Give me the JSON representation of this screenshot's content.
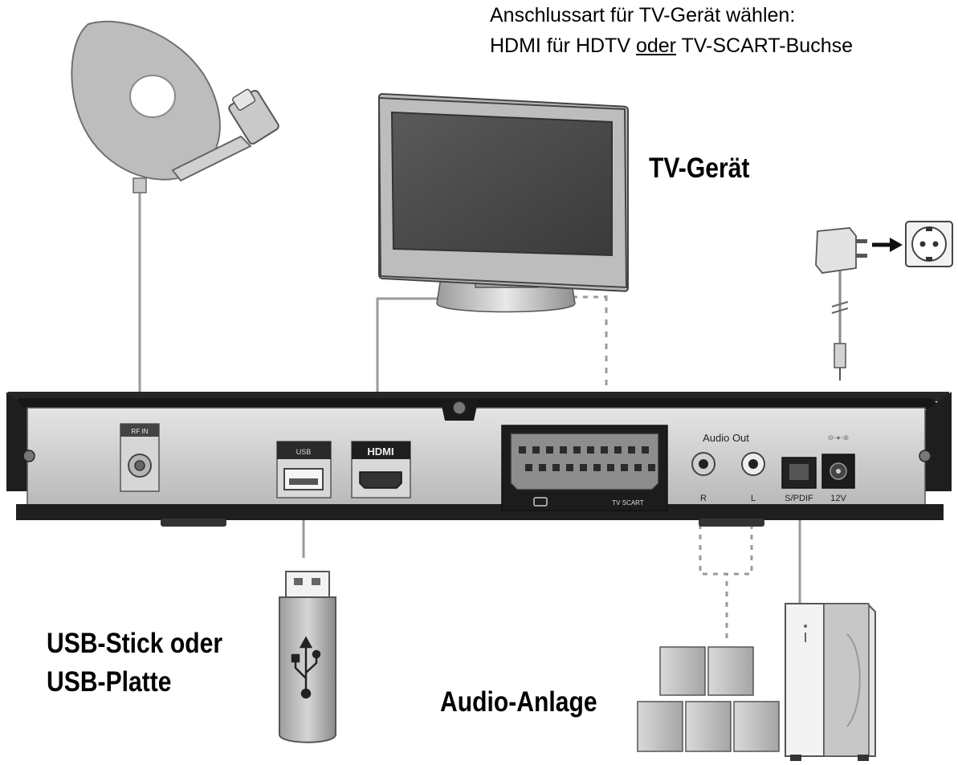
{
  "caption": {
    "line1": "Anschlussart für TV-Gerät wählen:",
    "line2_a": "HDMI  für HDTV ",
    "line2_or": "oder",
    "line2_b": " TV-SCART-Buchse"
  },
  "labels": {
    "tv": "TV-Gerät",
    "usb_line1": "USB-Stick oder",
    "usb_line2": "USB-Platte",
    "audio": "Audio-Anlage"
  },
  "receiver": {
    "rf_in": "RF IN",
    "usb": "USB",
    "hdmi": "HDMI",
    "scart": "TV SCART",
    "audio_out": "Audio Out",
    "audio_r": "R",
    "audio_l": "L",
    "spdif": "S/PDIF",
    "power": "12V",
    "power_symbol": "⊖-●-⊕"
  }
}
